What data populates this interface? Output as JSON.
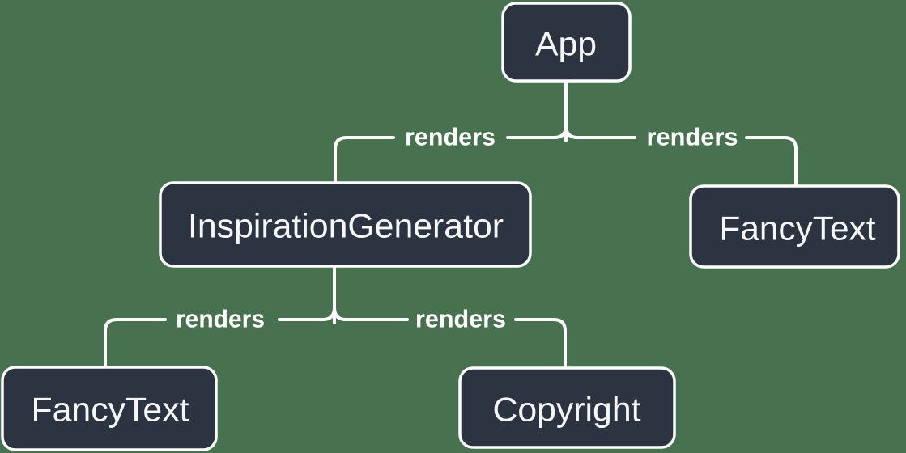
{
  "diagram": {
    "description": "React render tree diagram",
    "colors": {
      "background": "#48714f",
      "node_fill": "#2d3441",
      "node_border": "#ffffff",
      "node_text": "#f6f7f9",
      "line": "#ffffff",
      "edge_label_text": "#ffffff"
    },
    "nodes": [
      {
        "id": "app",
        "label": "App"
      },
      {
        "id": "inspiration-generator",
        "label": "InspirationGenerator"
      },
      {
        "id": "fancy-text-top-right",
        "label": "FancyText"
      },
      {
        "id": "fancy-text-bottom-left",
        "label": "FancyText"
      },
      {
        "id": "copyright",
        "label": "Copyright"
      }
    ],
    "edges": [
      {
        "from": "App",
        "to": "InspirationGenerator",
        "label": "renders"
      },
      {
        "from": "App",
        "to": "FancyText",
        "label": "renders"
      },
      {
        "from": "InspirationGenerator",
        "to": "FancyText",
        "label": "renders"
      },
      {
        "from": "InspirationGenerator",
        "to": "Copyright",
        "label": "renders"
      }
    ]
  }
}
